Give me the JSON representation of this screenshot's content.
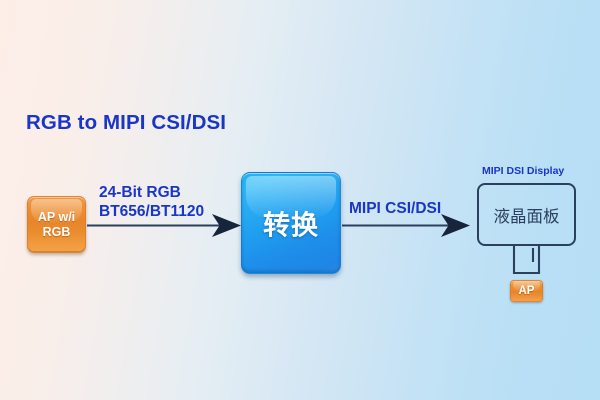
{
  "diagram": {
    "title": "RGB to MIPI CSI/DSI",
    "background": {
      "gradient_from": "#fdeee7",
      "gradient_to": "#b6def4"
    },
    "accent_color": "#1936c8",
    "outline_color": "#2b3f5e",
    "source_block": {
      "name": "ap-with-rgb",
      "line1": "AP w/i",
      "line2": "RGB",
      "color": "#e8852a"
    },
    "converter_block": {
      "name": "converter",
      "label": "转换",
      "color": "#1f9cee"
    },
    "display_block": {
      "caption": "MIPI DSI Display",
      "label": "液晶面板",
      "color": "#2b3f5e"
    },
    "ap_chip": {
      "label": "AP",
      "color": "#e8852a"
    },
    "connections": [
      {
        "name": "rgb-input-link",
        "from": "ap-with-rgb",
        "to": "converter",
        "label_line1": "24-Bit RGB",
        "label_line2": "BT656/BT1120",
        "color": "#2b3f5e"
      },
      {
        "name": "mipi-output-link",
        "from": "converter",
        "to": "lcd-panel",
        "label_line1": "MIPI CSI/DSI",
        "label_line2": "",
        "color": "#2b3f5e"
      }
    ]
  }
}
